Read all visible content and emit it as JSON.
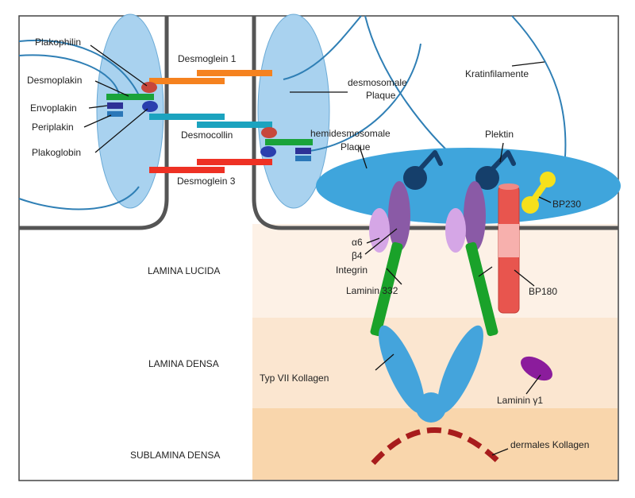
{
  "title": "Desmosome and hemidesmosome / basement membrane zone",
  "labels": {
    "plakophilin": "Plakophilin",
    "desmoplakin": "Desmoplakin",
    "envoplakin": "Envoplakin",
    "periplakin": "Periplakin",
    "plakoglobin": "Plakoglobin",
    "desmoglein1": "Desmoglein 1",
    "desmocollin": "Desmocollin",
    "desmoglein3": "Desmoglein 3",
    "desmosomal_plaque_1": "desmosomale",
    "desmosomal_plaque_2": "Plaque",
    "hemidesmosomal_plaque_1": "hemidesmosomale",
    "hemidesmosomal_plaque_2": "Plaque",
    "keratin": "Kratinfilamente",
    "plectin": "Plektin",
    "bp230": "BP230",
    "bp180": "BP180",
    "alpha6": "α6",
    "beta4": "β4",
    "integrin": "Integrin",
    "laminin332": "Laminin 332",
    "collagen7": "Typ VII Kollagen",
    "laminin_g1": "Laminin γ1",
    "dermal_collagen": "dermales Kollagen"
  },
  "layers": {
    "lucida": "LAMINA LUCIDA",
    "densa": "LAMINA DENSA",
    "sublamina": "SUBLAMINA DENSA"
  },
  "colors": {
    "cell_fill": "#a9d2ef",
    "membrane": "#555555",
    "filament": "#2f7fb5",
    "desmoglein1": "#f5821f",
    "desmocollin": "#1ba3bf",
    "desmoglein3": "#ee3124",
    "desmoplakin": "#1aa33a",
    "plakophilin": "#c7473c",
    "plakoglobin": "#2a3fae",
    "envoplakin": "#2d3196",
    "periplakin": "#2a77b8",
    "hd_plaque": "#3fa5dc",
    "plectin": "#153f6b",
    "integrin_b4": "#8a5aa6",
    "integrin_a6": "#d5a6e6",
    "bp180": "#e8554e",
    "bp180_light": "#f7b0ad",
    "bp230": "#f6e01c",
    "laminin332": "#1aa22a",
    "collagen7": "#44a4dc",
    "laminin_g1": "#8b1c9c",
    "dermal_collagen": "#a81c1c",
    "lucida_bg": "#fdf1e6",
    "densa_bg": "#fbe4cc",
    "sublamina_bg": "#f9d5aa"
  }
}
